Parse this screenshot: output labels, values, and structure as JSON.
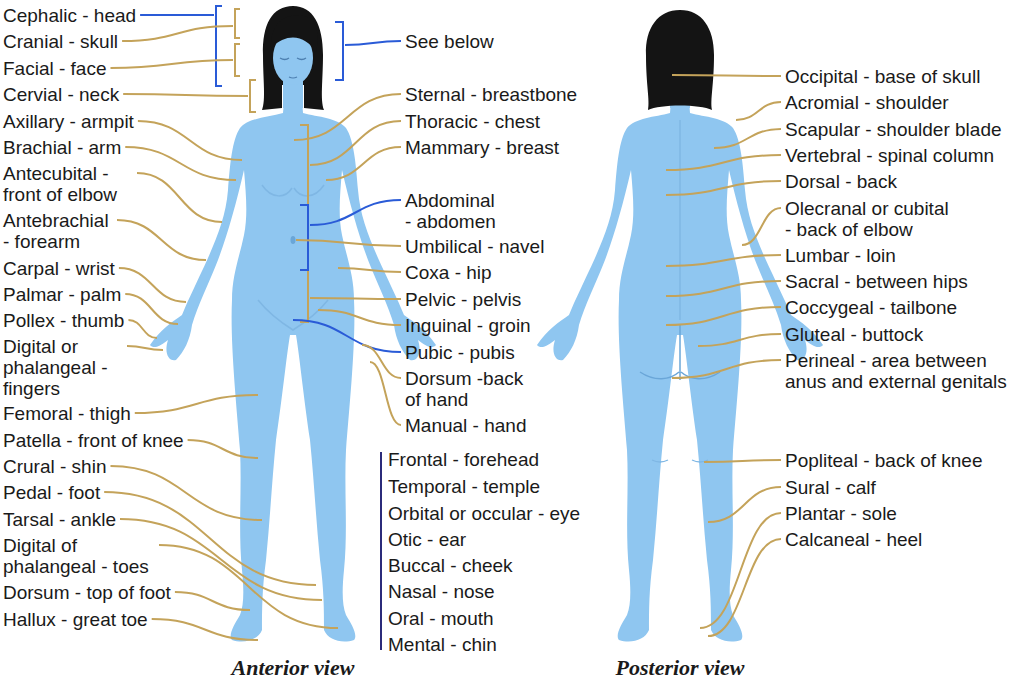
{
  "diagram": {
    "labels": [
      "Cephalic - head",
      "Cranial - skull",
      "Facial - face",
      "Cervial - neck",
      "Axillary - armpit",
      "Brachial - arm",
      "Antecubital - front of elbow",
      "Antebrachial - forearm",
      "Carpal - wrist",
      "Palmar - palm",
      "Pollex - thumb",
      "Digital or phalangeal - fingers",
      "Femoral - thigh",
      "Patella - front of knee",
      "Crural - shin",
      "Pedal - foot",
      "Tarsal - ankle",
      "Digital of phalangeal - toes",
      "Dorsum - top of foot",
      "Hallux - great toe",
      "See below",
      "Sternal - breastbone",
      "Thoracic - chest",
      "Mammary - breast",
      "Abdominal - abdomen",
      "Umbilical - navel",
      "Coxa - hip",
      "Pelvic - pelvis",
      "Inguinal - groin",
      "Pubic - pubis",
      "Dorsum -back of hand",
      "Manual - hand",
      "Frontal - forehead",
      "Temporal - temple",
      "Orbital or occular - eye",
      "Otic - ear",
      "Buccal - cheek",
      "Nasal - nose",
      "Oral - mouth",
      "Mental - chin",
      "Occipital - base of skull",
      "Acromial - shoulder",
      "Scapular - shoulder blade",
      "Vertebral - spinal column",
      "Dorsal - back",
      "Olecranal or cubital - back of elbow",
      "Lumbar - loin",
      "Sacral - between hips",
      "Coccygeal - tailbone",
      "Gluteal - buttock",
      "Perineal - area between anus and external genitals",
      "Popliteal - back of knee",
      "Sural - calf",
      "Plantar - sole",
      "Calcaneal - heel",
      "Anterior view",
      "Posterior view"
    ]
  }
}
